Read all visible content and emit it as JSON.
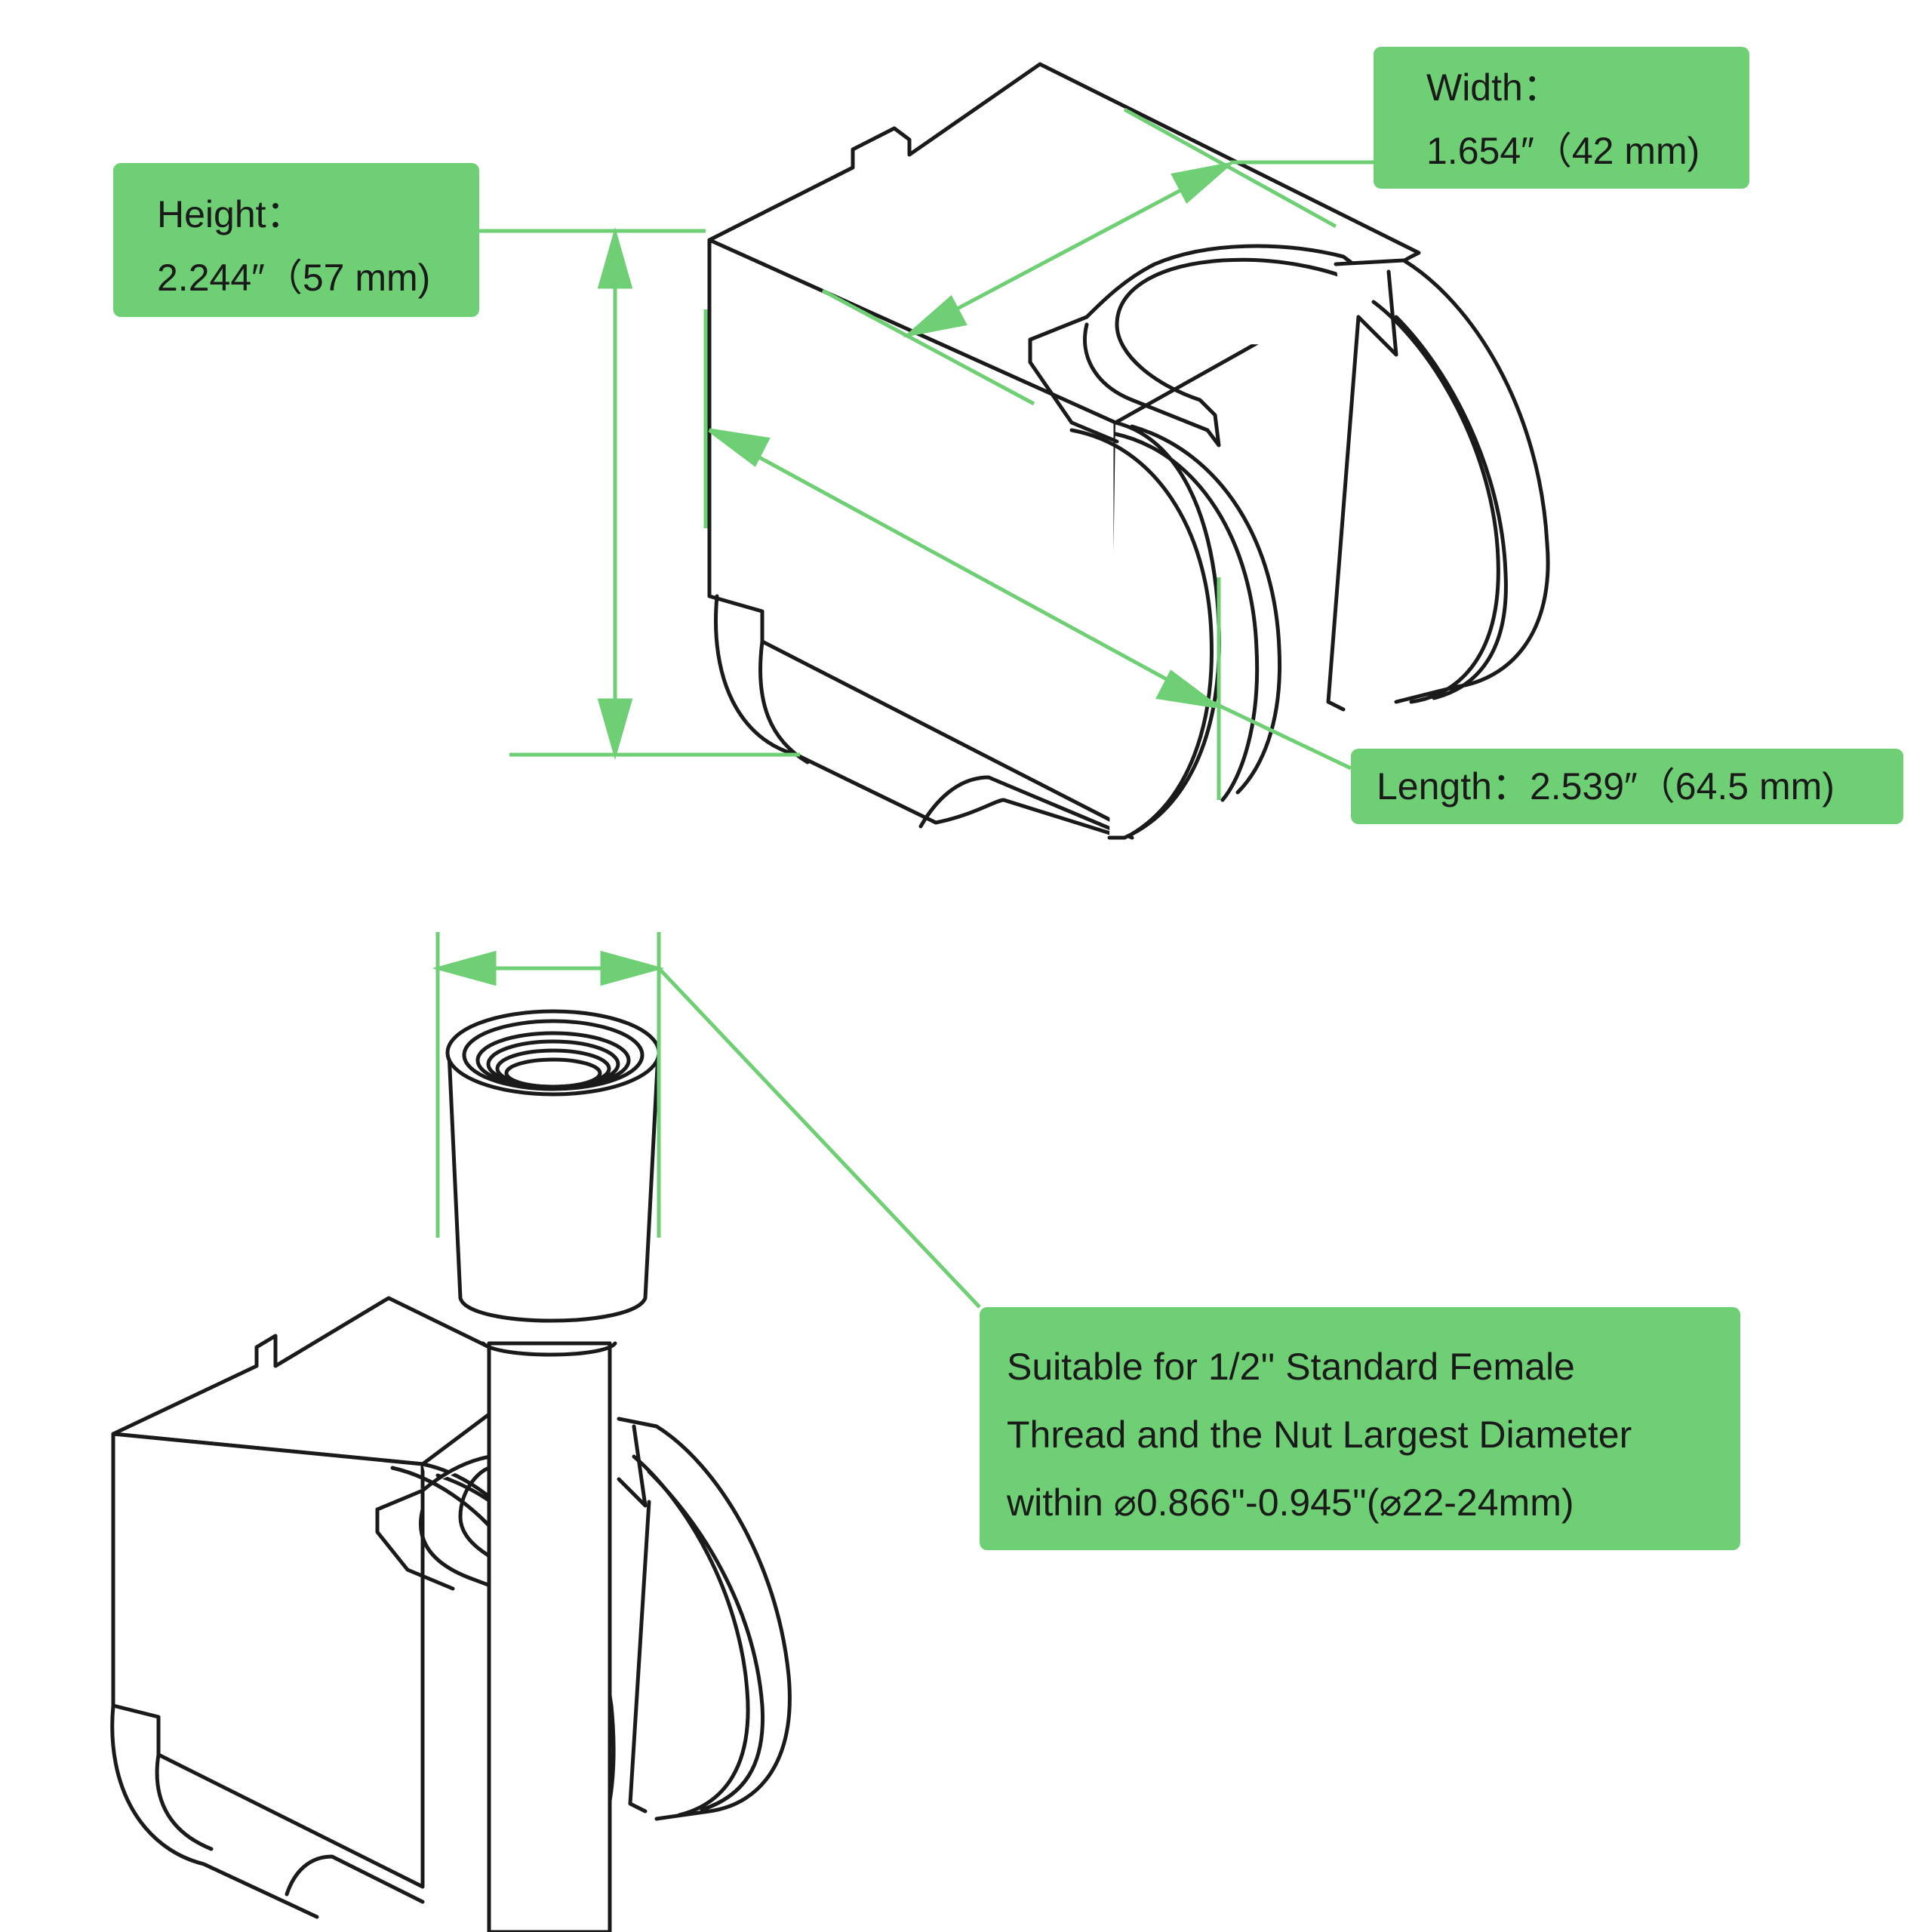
{
  "colors": {
    "accent_green": "#6fcf74",
    "line_green": "#6fcf74",
    "outline": "#1a1a1a",
    "background": "#ffffff"
  },
  "labels": {
    "height": {
      "caption": "Height：",
      "value": "2.244″（57 mm)"
    },
    "width": {
      "caption": "Width：",
      "value": "1.654″（42 mm)"
    },
    "length": {
      "caption": "Length：",
      "value": "2.539″（64.5 mm)"
    },
    "thread": {
      "line1": "Suitable for 1/2'' Standard Female",
      "line2": "Thread and the Nut Largest Diameter",
      "line3": "within ⌀0.866''-0.945''(⌀22-24mm)"
    }
  },
  "figures": [
    {
      "name": "shower-head-holder",
      "icon": "bracket-holder-icon"
    },
    {
      "name": "holder-with-hose-nut",
      "icon": "hose-nut-icon"
    }
  ]
}
